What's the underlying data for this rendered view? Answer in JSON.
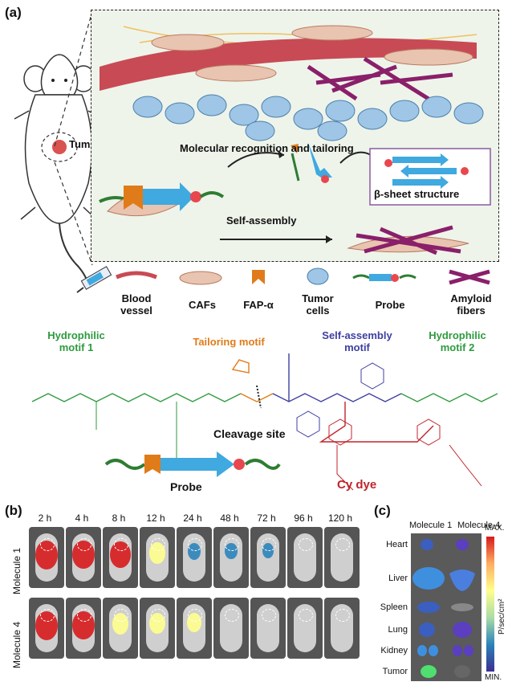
{
  "panel_a": {
    "label": "(a)",
    "tumor_label": "Tumor",
    "recognition_text": "Molecular recognition and tailoring",
    "beta_sheet_text": "β-sheet structure",
    "self_assembly_text": "Self-assembly",
    "legend": [
      {
        "line1": "Blood",
        "line2": "vessel"
      },
      {
        "line1": "CAFs",
        "line2": ""
      },
      {
        "line1": "FAP-α",
        "line2": ""
      },
      {
        "line1": "Tumor",
        "line2": "cells"
      },
      {
        "line1": "Probe",
        "line2": ""
      },
      {
        "line1": "Amyloid",
        "line2": "fibers"
      }
    ],
    "motif_hydrophilic_1": {
      "line1": "Hydrophilic",
      "line2": "motif 1"
    },
    "motif_tailoring": "Tailoring motif",
    "motif_self_assembly": {
      "line1": "Self-assembly",
      "line2": "motif"
    },
    "motif_hydrophilic_2": {
      "line1": "Hydrophilic",
      "line2": "motif 2"
    },
    "cleavage_site": "Cleavage site",
    "probe_label": "Probe",
    "cy_dye": "Cy dye"
  },
  "panel_b": {
    "label": "(b)",
    "times": [
      "2 h",
      "4 h",
      "8 h",
      "12 h",
      "24 h",
      "48 h",
      "72 h",
      "96 h",
      "120 h"
    ],
    "rows": [
      "Molecule 1",
      "Molecule 4"
    ],
    "signal_row1": [
      1.0,
      0.95,
      0.85,
      0.6,
      0.35,
      0.3,
      0.25,
      0.1,
      0.05
    ],
    "signal_row2": [
      1.0,
      0.95,
      0.6,
      0.55,
      0.45,
      0.1,
      0.05,
      0.05,
      0.05
    ]
  },
  "panel_c": {
    "label": "(c)",
    "col1": "Molecule 1",
    "col2": "Molecule 4",
    "organs": [
      "Heart",
      "Liver",
      "Spleen",
      "Lung",
      "Kidney",
      "Tumor"
    ],
    "scale_max": "MAX.",
    "scale_min": "MIN.",
    "scale_unit": "P/sec/cm²"
  },
  "colors": {
    "green": "#2e9a3e",
    "orange": "#e07b1a",
    "blue": "#3d3fa0",
    "red": "#c0242c",
    "probe_blue": "#3fa9e0",
    "amyloid": "#8a1f6a",
    "vessel": "#c84a55"
  }
}
